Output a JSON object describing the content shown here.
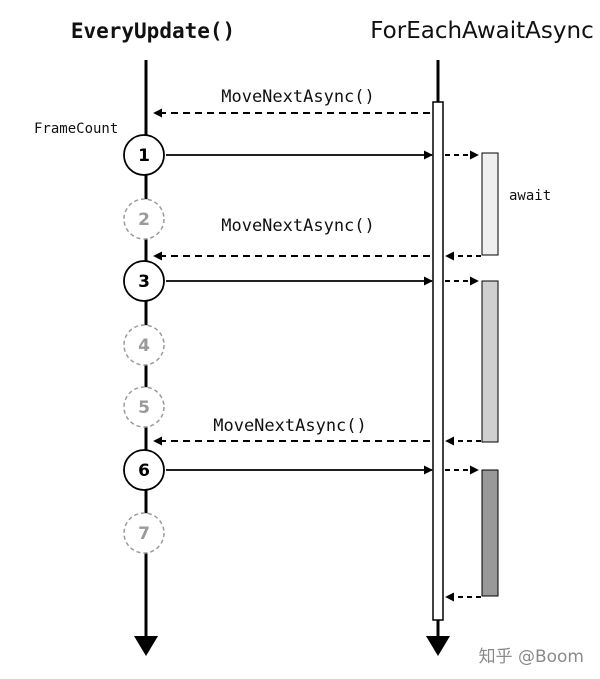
{
  "headers": {
    "left": "EveryUpdate()",
    "right": "ForEachAwaitAsync"
  },
  "labels": {
    "frame_count": "FrameCount",
    "await": "await",
    "watermark": "知乎 @Boom"
  },
  "calls": [
    {
      "label": "MoveNextAsync()"
    },
    {
      "label": "MoveNextAsync()"
    },
    {
      "label": "MoveNextAsync()"
    }
  ],
  "frames": [
    {
      "label": "1",
      "active": true
    },
    {
      "label": "2",
      "active": false
    },
    {
      "label": "3",
      "active": true
    },
    {
      "label": "4",
      "active": false
    },
    {
      "label": "5",
      "active": false
    },
    {
      "label": "6",
      "active": true
    },
    {
      "label": "7",
      "active": false
    }
  ],
  "await_blocks": [
    {
      "shade": "#efefef"
    },
    {
      "shade": "#cfcfcf"
    },
    {
      "shade": "#999999"
    }
  ],
  "colors": {
    "line": "#000000",
    "inactive_frame": "#9a9a9a",
    "activation_bar": "#ffffff"
  }
}
